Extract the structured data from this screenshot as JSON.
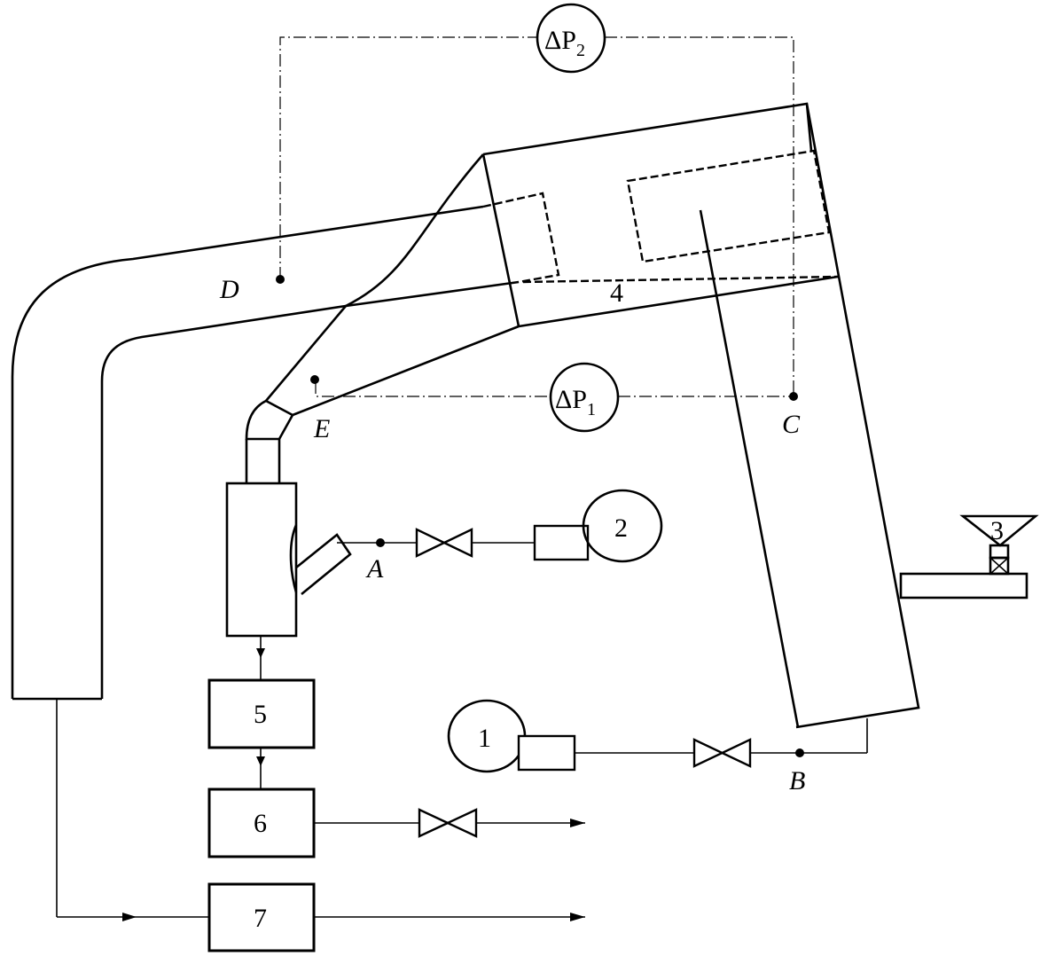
{
  "labels": {
    "unit_1": "1",
    "unit_2": "2",
    "unit_3": "3",
    "unit_4": "4",
    "unit_5": "5",
    "unit_6": "6",
    "unit_7": "7"
  },
  "points": {
    "A": "A",
    "B": "B",
    "C": "C",
    "D": "D",
    "E": "E"
  },
  "pressure": {
    "dp1_symbol": "ΔP",
    "dp1_subscript": "1",
    "dp2_symbol": "ΔP",
    "dp2_subscript": "2"
  }
}
